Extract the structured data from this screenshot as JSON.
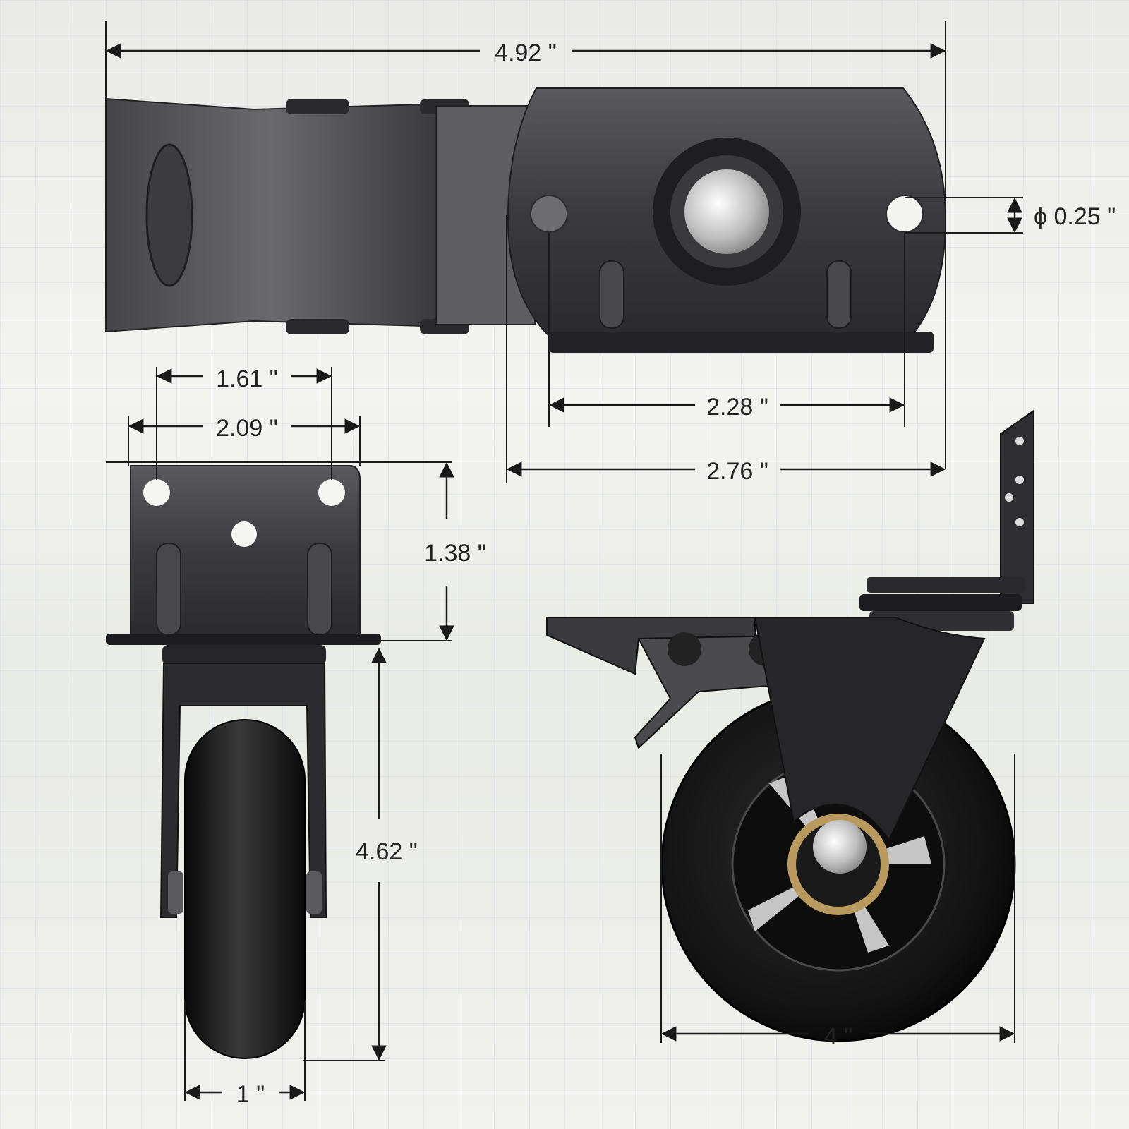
{
  "dimensions": {
    "total_length": "4.92 \"",
    "hole_diameter": "ϕ 0.25 \"",
    "inner_hole_spacing": "1.61 \"",
    "plate_width": "2.09 \"",
    "hole_spacing_length": "2.28 \"",
    "plate_length": "2.76 \"",
    "plate_height": "1.38 \"",
    "overall_height": "4.62 \"",
    "wheel_width": "1 \"",
    "wheel_diameter": "4 \""
  },
  "views": [
    "top-view",
    "front-view",
    "side-view"
  ],
  "colors": {
    "metal_dark": "#2a2a2c",
    "metal_mid": "#4a4a4d",
    "metal_light": "#7a7a7d",
    "rubber": "#111111",
    "chrome": "#d8d8d8",
    "brass": "#b99a5e",
    "grid": "#cfd8e3"
  }
}
